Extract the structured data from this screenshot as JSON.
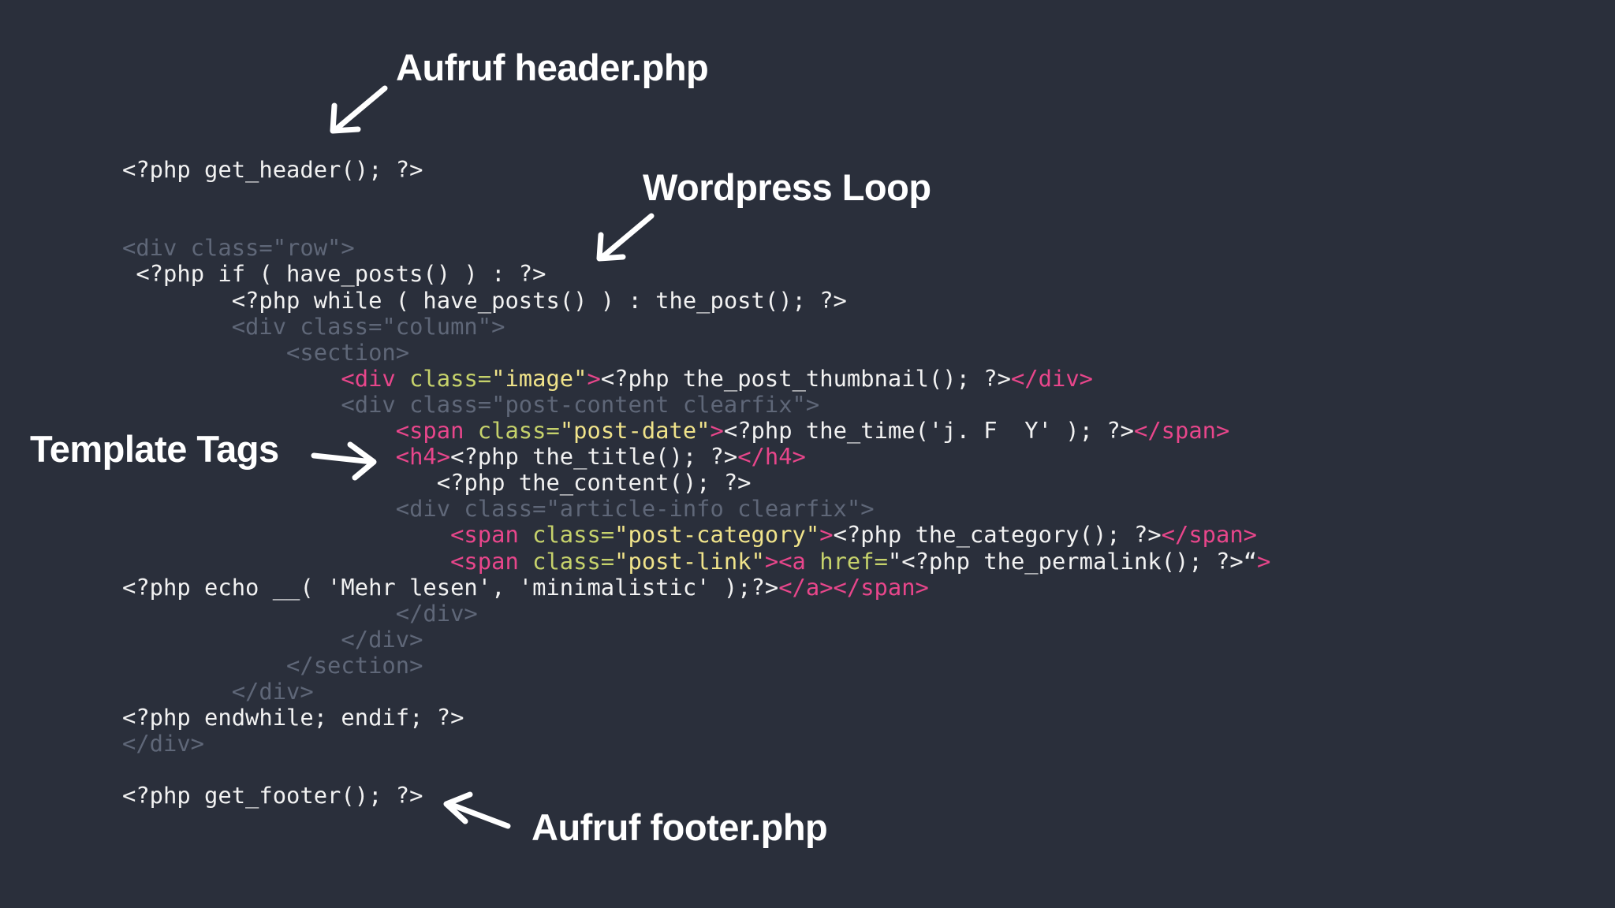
{
  "annotations": {
    "header_call": "Aufruf header.php",
    "wordpress_loop": "Wordpress Loop",
    "template_tags": "Template Tags",
    "footer_call": "Aufruf footer.php"
  },
  "colors": {
    "background": "#2a2f3b",
    "php": "#f2f2f2",
    "html_dim": "#5f6778",
    "html_tag": "#e8468b",
    "html_attr": "#c6d26b",
    "html_string": "#f0e38a",
    "annotation": "#ffffff"
  },
  "icons": {
    "arrows": "hand-drawn-arrow-icon"
  },
  "code_lines": [
    {
      "indent": "",
      "segments": [
        {
          "text": "<?php get_header(); ?>",
          "kind": "php"
        }
      ]
    },
    {
      "indent": "",
      "segments": []
    },
    {
      "indent": "",
      "segments": []
    },
    {
      "indent": "",
      "segments": [
        {
          "text": "<div class=\"row\">",
          "kind": "dim"
        }
      ]
    },
    {
      "indent": " ",
      "segments": [
        {
          "text": "<?php if ( have_posts() ) : ?>",
          "kind": "php"
        }
      ]
    },
    {
      "indent": "        ",
      "segments": [
        {
          "text": "<?php while ( have_posts() ) : the_post(); ?>",
          "kind": "php"
        }
      ]
    },
    {
      "indent": "        ",
      "segments": [
        {
          "text": "<div class=\"column\">",
          "kind": "dim"
        }
      ]
    },
    {
      "indent": "            ",
      "segments": [
        {
          "text": "<section>",
          "kind": "dim"
        }
      ]
    },
    {
      "indent": "                ",
      "segments": [
        {
          "text": "<div ",
          "kind": "tag"
        },
        {
          "text": "class=",
          "kind": "attr"
        },
        {
          "text": "\"image\"",
          "kind": "string"
        },
        {
          "text": ">",
          "kind": "tag"
        },
        {
          "text": "<?php the_post_thumbnail(); ?>",
          "kind": "php"
        },
        {
          "text": "</div>",
          "kind": "tag"
        }
      ]
    },
    {
      "indent": "                ",
      "segments": [
        {
          "text": "<div class=\"post-content clearfix\">",
          "kind": "dim"
        }
      ]
    },
    {
      "indent": "                    ",
      "segments": [
        {
          "text": "<span ",
          "kind": "tag"
        },
        {
          "text": "class=",
          "kind": "attr"
        },
        {
          "text": "\"post-date\"",
          "kind": "string"
        },
        {
          "text": ">",
          "kind": "tag"
        },
        {
          "text": "<?php the_time('j. F  Y' ); ?>",
          "kind": "php"
        },
        {
          "text": "</span>",
          "kind": "tag"
        }
      ]
    },
    {
      "indent": "                    ",
      "segments": [
        {
          "text": "<h4>",
          "kind": "tag"
        },
        {
          "text": "<?php the_title(); ?>",
          "kind": "php"
        },
        {
          "text": "</h4>",
          "kind": "tag"
        }
      ]
    },
    {
      "indent": "                       ",
      "segments": [
        {
          "text": "<?php the_content(); ?>",
          "kind": "php"
        }
      ]
    },
    {
      "indent": "                    ",
      "segments": [
        {
          "text": "<div class=\"article-info clearfix\">",
          "kind": "dim"
        }
      ]
    },
    {
      "indent": "                        ",
      "segments": [
        {
          "text": "<span ",
          "kind": "tag"
        },
        {
          "text": "class=",
          "kind": "attr"
        },
        {
          "text": "\"post-category\"",
          "kind": "string"
        },
        {
          "text": ">",
          "kind": "tag"
        },
        {
          "text": "<?php the_category(); ?>",
          "kind": "php"
        },
        {
          "text": "</span>",
          "kind": "tag"
        }
      ]
    },
    {
      "indent": "                        ",
      "segments": [
        {
          "text": "<span ",
          "kind": "tag"
        },
        {
          "text": "class=",
          "kind": "attr"
        },
        {
          "text": "\"post-link\"",
          "kind": "string"
        },
        {
          "text": "><a ",
          "kind": "tag"
        },
        {
          "text": "href=",
          "kind": "attr"
        },
        {
          "text": "\"<?php the_permalink(); ?>“",
          "kind": "php"
        },
        {
          "text": ">",
          "kind": "tag"
        }
      ]
    },
    {
      "indent": "",
      "segments": [
        {
          "text": "<?php echo __( 'Mehr lesen', 'minimalistic' );?>",
          "kind": "php"
        },
        {
          "text": "</a></span>",
          "kind": "tag"
        }
      ]
    },
    {
      "indent": "                    ",
      "segments": [
        {
          "text": "</div>",
          "kind": "dim"
        }
      ]
    },
    {
      "indent": "                ",
      "segments": [
        {
          "text": "</div>",
          "kind": "dim"
        }
      ]
    },
    {
      "indent": "            ",
      "segments": [
        {
          "text": "</section>",
          "kind": "dim"
        }
      ]
    },
    {
      "indent": "        ",
      "segments": [
        {
          "text": "</div>",
          "kind": "dim"
        }
      ]
    },
    {
      "indent": "",
      "segments": [
        {
          "text": "<?php endwhile; endif; ?>",
          "kind": "php"
        }
      ]
    },
    {
      "indent": "",
      "segments": [
        {
          "text": "</div>",
          "kind": "dim"
        }
      ]
    },
    {
      "indent": "",
      "segments": []
    },
    {
      "indent": "",
      "segments": [
        {
          "text": "<?php get_footer(); ?>",
          "kind": "php"
        }
      ]
    }
  ]
}
